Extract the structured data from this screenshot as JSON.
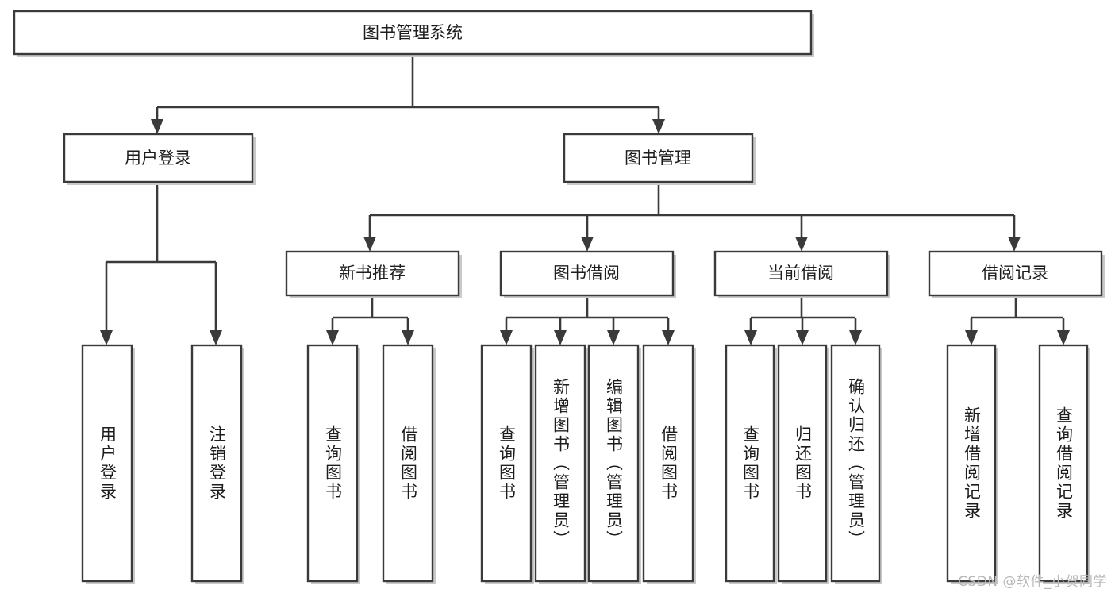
{
  "diagram": {
    "title": "图书管理系统",
    "type": "tree-hierarchy",
    "watermark": "CSDN @软件_小贺同学",
    "root": {
      "id": "root",
      "label": "图书管理系统",
      "orientation": "horizontal"
    },
    "level2": [
      {
        "id": "user-login",
        "label": "用户登录",
        "orientation": "horizontal"
      },
      {
        "id": "book-manage",
        "label": "图书管理",
        "orientation": "horizontal"
      }
    ],
    "level3": [
      {
        "id": "new-book-rec",
        "label": "新书推荐",
        "orientation": "horizontal",
        "parent": "book-manage"
      },
      {
        "id": "book-borrow",
        "label": "图书借阅",
        "orientation": "horizontal",
        "parent": "book-manage"
      },
      {
        "id": "current-borrow",
        "label": "当前借阅",
        "orientation": "horizontal",
        "parent": "book-manage"
      },
      {
        "id": "borrow-record",
        "label": "借阅记录",
        "orientation": "horizontal",
        "parent": "book-manage"
      }
    ],
    "leaves": [
      {
        "id": "leaf-user-login",
        "label": "用户登录",
        "parent": "user-login",
        "orientation": "vertical"
      },
      {
        "id": "leaf-user-logout",
        "label": "注销登录",
        "parent": "user-login",
        "orientation": "vertical"
      },
      {
        "id": "leaf-query-book-1",
        "label": "查询图书",
        "parent": "new-book-rec",
        "orientation": "vertical"
      },
      {
        "id": "leaf-borrow-book-1",
        "label": "借阅图书",
        "parent": "new-book-rec",
        "orientation": "vertical"
      },
      {
        "id": "leaf-query-book-2",
        "label": "查询图书",
        "parent": "book-borrow",
        "orientation": "vertical"
      },
      {
        "id": "leaf-add-book",
        "label": "新增图书（管理员）",
        "parent": "book-borrow",
        "orientation": "vertical"
      },
      {
        "id": "leaf-edit-book",
        "label": "编辑图书（管理员）",
        "parent": "book-borrow",
        "orientation": "vertical"
      },
      {
        "id": "leaf-borrow-book-2",
        "label": "借阅图书",
        "parent": "book-borrow",
        "orientation": "vertical"
      },
      {
        "id": "leaf-query-book-3",
        "label": "查询图书",
        "parent": "current-borrow",
        "orientation": "vertical"
      },
      {
        "id": "leaf-return-book",
        "label": "归还图书",
        "parent": "current-borrow",
        "orientation": "vertical"
      },
      {
        "id": "leaf-confirm-return",
        "label": "确认归还（管理员）",
        "parent": "current-borrow",
        "orientation": "vertical"
      },
      {
        "id": "leaf-add-record",
        "label": "新增借阅记录",
        "parent": "borrow-record",
        "orientation": "vertical"
      },
      {
        "id": "leaf-query-record",
        "label": "查询借阅记录",
        "parent": "borrow-record",
        "orientation": "vertical"
      }
    ],
    "colors": {
      "box_stroke": "#3a3a3a",
      "box_fill": "#ffffff",
      "text": "#1d1d1d",
      "connector": "#3a3a3a",
      "watermark": "#b8b8b8",
      "background": "#ffffff"
    }
  }
}
